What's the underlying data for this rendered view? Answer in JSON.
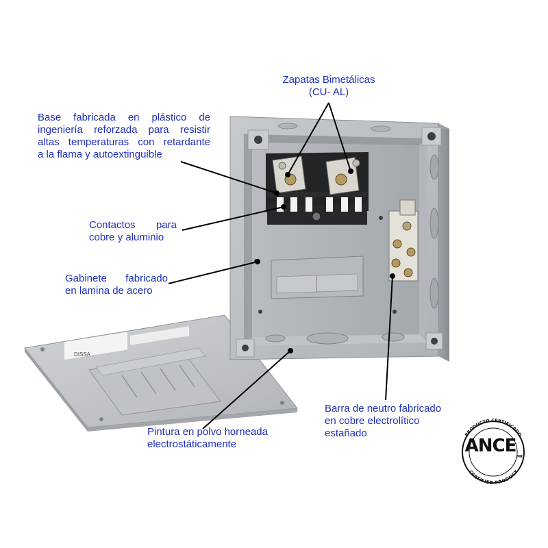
{
  "labels": {
    "zapatas": [
      "Zapatas Bimetálicas",
      "(CU- AL)"
    ],
    "base": [
      "Base fabricada en plástico de",
      "ingeniería reforzada para resistir",
      "altas temperaturas con retardante",
      "a la flama y autoextinguible"
    ],
    "contactos": [
      "Contactos para",
      "cobre y aluminio"
    ],
    "gabinete": [
      "Gabinete fabricado",
      "en lamina de acero"
    ],
    "pintura": [
      "Pintura en polvo horneada",
      "electrostáticamente"
    ],
    "barra": [
      "Barra de neutro fabricado",
      "en cobre electrolítico",
      "estañado"
    ]
  },
  "badge": {
    "name": "ANCE",
    "mark": "MR",
    "top_arc": "PRODUCTO CERTIFICADO",
    "bottom_arc": "CERTIFIED PRODUCT"
  },
  "cover_brand": "DISSA",
  "colors": {
    "label_text": "#1d2fb8",
    "steel_light": "#c4c8cc",
    "steel_mid": "#a9aeb3",
    "steel_dark": "#8a9096",
    "leader": "#000000"
  }
}
